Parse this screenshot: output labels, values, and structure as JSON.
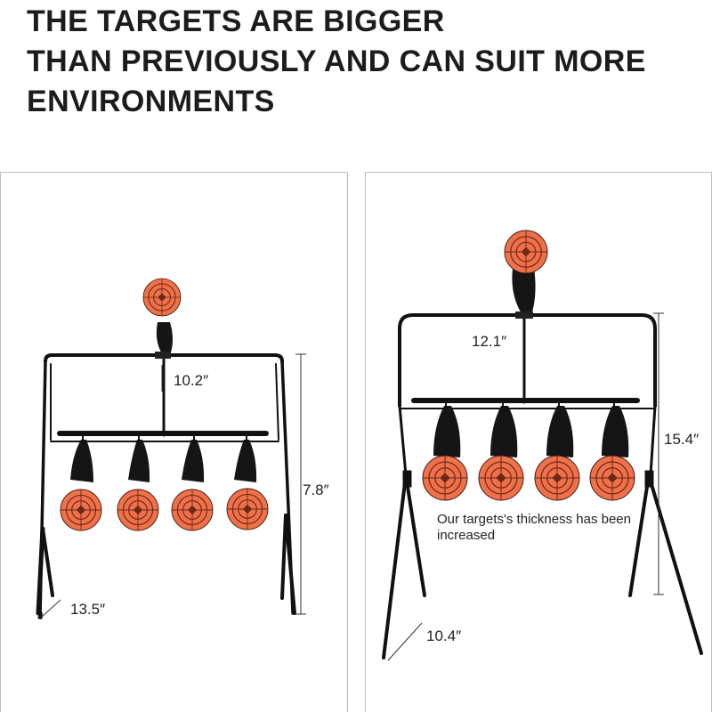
{
  "headline": {
    "line1": "THE TARGETS ARE BIGGER",
    "line2": "THAN PREVIOUSLY AND CAN SUIT MORE",
    "line3": "ENVIRONMENTS"
  },
  "old_target": {
    "width_label": "10.2″",
    "height_label": "7.8″",
    "base_label": "13.5″"
  },
  "new_target": {
    "width_label": "12.1″",
    "height_label": "15.4″",
    "base_label": "10.4″",
    "note": "Our targets's thickness has been increased"
  },
  "colors": {
    "target_orange": "#f0704a",
    "frame": "#111111",
    "dimension_line": "#333333"
  }
}
